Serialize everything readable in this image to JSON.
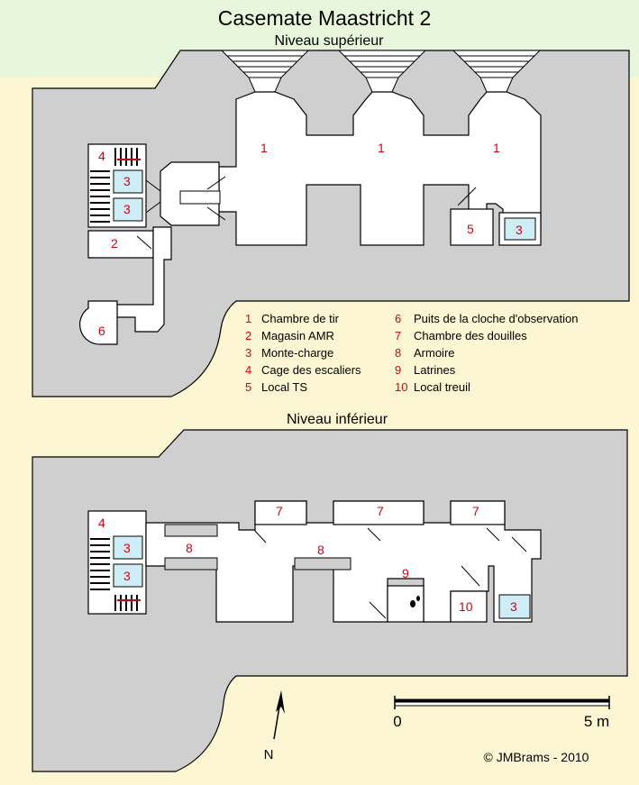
{
  "title": "Casemate Maastricht 2",
  "upper_level": {
    "heading": "Niveau supérieur",
    "labels": [
      "4",
      "3",
      "3",
      "2",
      "6",
      "1",
      "1",
      "1",
      "5",
      "3"
    ]
  },
  "lower_level": {
    "heading": "Niveau inférieur",
    "labels": [
      "4",
      "3",
      "3",
      "8",
      "8",
      "7",
      "7",
      "7",
      "9",
      "10",
      "3"
    ]
  },
  "legend": [
    {
      "num": "1",
      "text": "Chambre de tir"
    },
    {
      "num": "2",
      "text": "Magasin AMR"
    },
    {
      "num": "3",
      "text": "Monte-charge"
    },
    {
      "num": "4",
      "text": "Cage des escaliers"
    },
    {
      "num": "5",
      "text": "Local TS"
    },
    {
      "num": "6",
      "text": "Puits de la cloche d'observation"
    },
    {
      "num": "7",
      "text": "Chambre des douilles"
    },
    {
      "num": "8",
      "text": "Armoire"
    },
    {
      "num": "9",
      "text": "Latrines"
    },
    {
      "num": "10",
      "text": "Local treuil"
    }
  ],
  "scale": {
    "start": "0",
    "end": "5 m"
  },
  "north": "N",
  "credit": "©  JMBrams - 2010",
  "colors": {
    "background": "#fdf6d2",
    "title_band": "#e8f7dc",
    "concrete": "#cfcfcf",
    "room": "#ffffff",
    "lift": "#cdeef6",
    "label": "#d8000f"
  }
}
